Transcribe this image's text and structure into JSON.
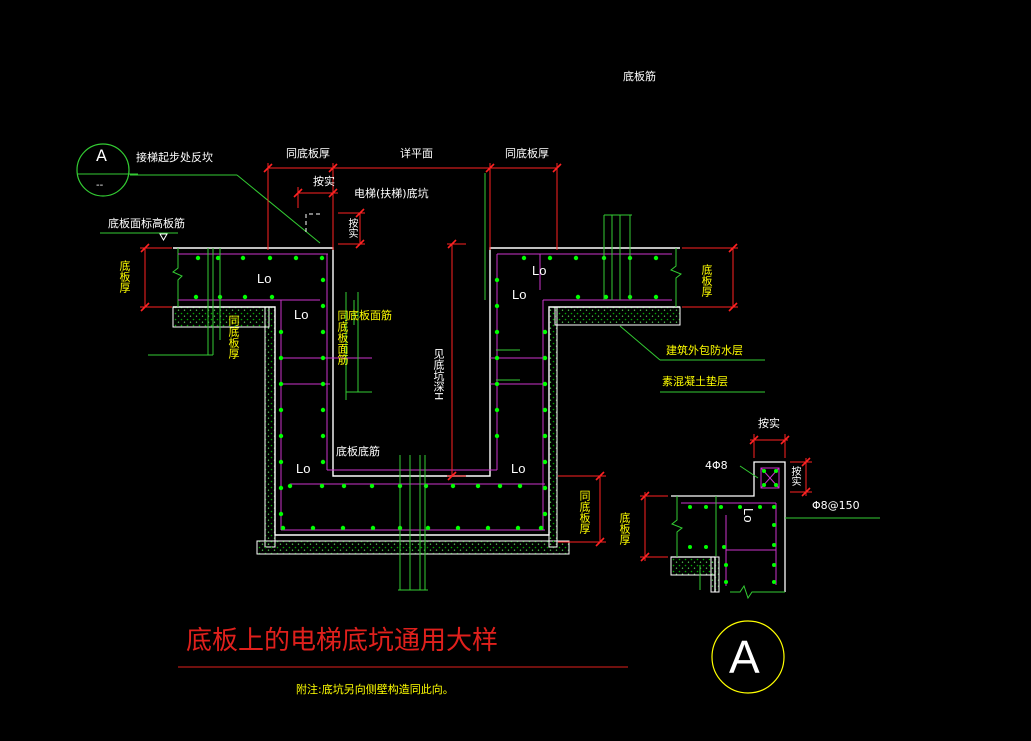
{
  "colors": {
    "background": "#000000",
    "wall_line": "#ffffff",
    "rebar_line": "#cc33cc",
    "rebar_dot": "#00ff00",
    "dimension": "#ff2222",
    "leader": "#33cc33",
    "hatch": "#00aa00",
    "title": "#e0201c",
    "text": "#ffff00",
    "circle_marker": "#ffff00"
  },
  "header": {
    "top_label": "底板筋"
  },
  "callout": {
    "letter": "A",
    "sub": "--",
    "note": "接梯起步处反坎"
  },
  "labels": {
    "slab_top_rebar": "底板面标高板筋",
    "same_thickness_left": "同底板厚",
    "plan_dim": "详平面",
    "same_thickness_right": "同底板厚",
    "as_actual_top": "按实",
    "pit_label": "电梯(扶梯)底坑",
    "as_actual_side": "按实",
    "slab_thick_left": "底板厚",
    "slab_thick_right": "底板厚",
    "wall_same_thick": "同底板厚",
    "slab_face_rebar": "底板面筋",
    "slab_face_rebar_v": "同底板面筋",
    "pit_depth": "见底坑深H",
    "slab_bottom_rebar": "底板底筋",
    "waterproof": "建筑外包防水层",
    "cushion": "素混凝土垫层",
    "bottom_same_thick": "同底板厚",
    "lo_1": "Lo",
    "lo_2": "Lo",
    "lo_3": "Lo",
    "lo_4": "Lo",
    "lo_5": "Lo",
    "lo_6": "Lo"
  },
  "detail_a": {
    "as_actual_top": "按实",
    "as_actual_side": "按实",
    "bar_4": "4Φ8",
    "stirrup": "Φ8@150",
    "slab_thick": "底板厚",
    "lo": "Lo",
    "marker": "A"
  },
  "title": {
    "main": "底板上的电梯底坑通用大样",
    "note": "附注:底坑另向侧壁构造同此向。"
  }
}
